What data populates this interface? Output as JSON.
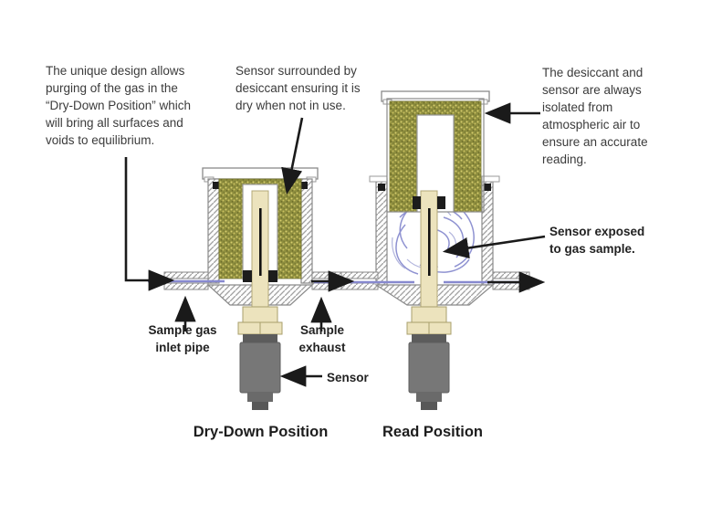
{
  "notes": {
    "unique_design": {
      "lines": [
        "The unique design allows",
        "purging of the gas in the",
        "“Dry-Down Position” which",
        "will bring all surfaces and",
        "voids to equilibrium."
      ]
    },
    "sensor_surrounded": {
      "lines": [
        "Sensor surrounded by",
        "desiccant ensuring it is",
        "dry when not in use."
      ]
    },
    "isolated": {
      "lines": [
        "The desiccant and",
        "sensor are always",
        "isolated from",
        "atmospheric air to",
        "ensure an accurate",
        "reading."
      ]
    },
    "sensor_exposed": {
      "lines": [
        "Sensor exposed",
        "to gas sample."
      ]
    }
  },
  "labels": {
    "inlet_line1": "Sample gas",
    "inlet_line2": "inlet pipe",
    "exhaust_line1": "Sample",
    "exhaust_line2": "exhaust",
    "sensor": "Sensor",
    "dry_down_title": "Dry-Down Position",
    "read_title": "Read Position"
  },
  "icons": {
    "arrows": [
      "inlet-flow-elbow-arrow",
      "desiccant-pointer-arrow",
      "isolated-pointer-arrow",
      "sensor-exposed-pointer-arrow",
      "inlet-pipe-up-arrow",
      "exhaust-flow-arrow",
      "exhaust-pipe-up-arrow",
      "sensor-pointer-arrow",
      "outlet-flow-arrow"
    ]
  },
  "colors": {
    "desiccant": "#8d8d3e",
    "desiccant_dot": "#d6cd6d",
    "probe_cream": "#ece3bd",
    "sensor_body_gray": "#777777",
    "swirl_blue": "#7c80ca",
    "pipe_flow_blue": "#8789cf",
    "arrow_black": "#1a1a1a",
    "hatch_gray": "#a0a0a0"
  }
}
